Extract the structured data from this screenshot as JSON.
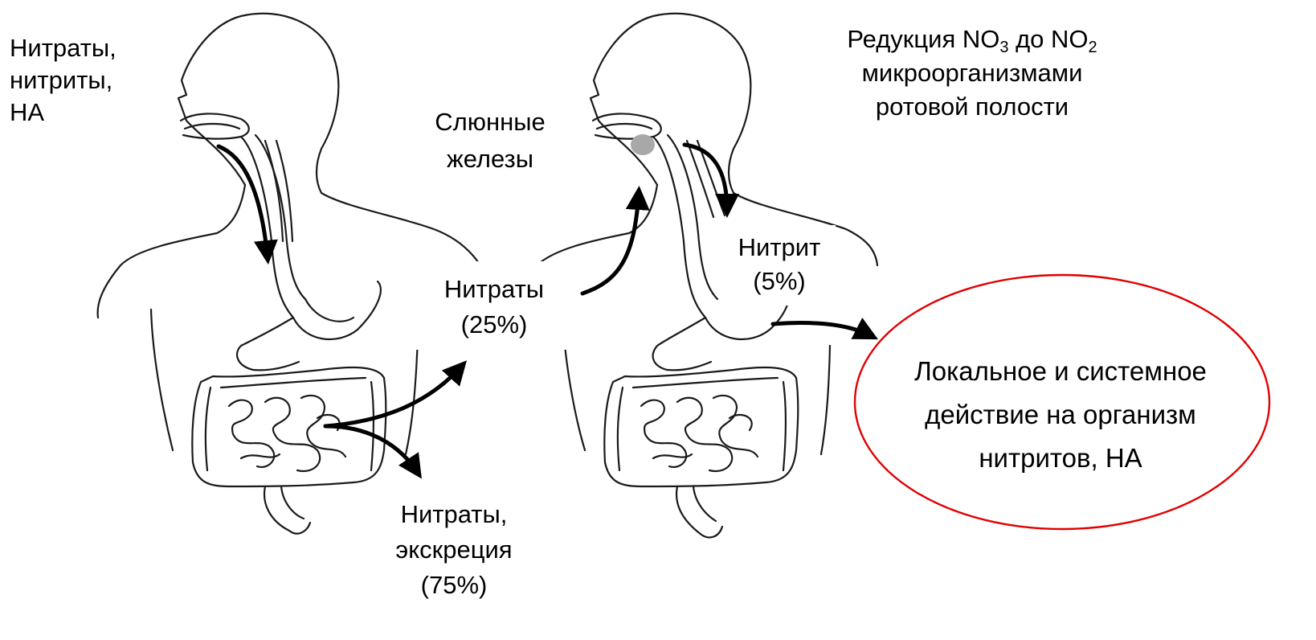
{
  "labels": {
    "intake_line1": "Нитраты,",
    "intake_line2": "нитриты,",
    "intake_line3": "НА",
    "saliva_line1": "Слюнные",
    "saliva_line2": "железы",
    "nitrates_line1": "Нитраты",
    "nitrates_line2": "(25%)",
    "excretion_line1": "Нитраты,",
    "excretion_line2": "экскреция",
    "excretion_line3": "(75%)",
    "reduction_prefix": "Редукция NO",
    "reduction_sub1": "3",
    "reduction_mid": " до NO",
    "reduction_sub2": "2",
    "reduction_line2": "микроорганизмами",
    "reduction_line3": "ротовой полости",
    "nitrite_line1": "Нитрит",
    "nitrite_line2": "(5%)",
    "effect_line1": "Локальное и системное",
    "effect_line2": "действие на организм",
    "effect_line3": "нитритов, НА"
  },
  "colors": {
    "ellipse_stroke": "#e00000",
    "arrow": "#000000",
    "gland_fill": "#a8a8a8",
    "outline": "#1a1a1a"
  },
  "icons": {
    "figures": "human-digestive-system-outline",
    "arrows": "flow-arrow"
  }
}
